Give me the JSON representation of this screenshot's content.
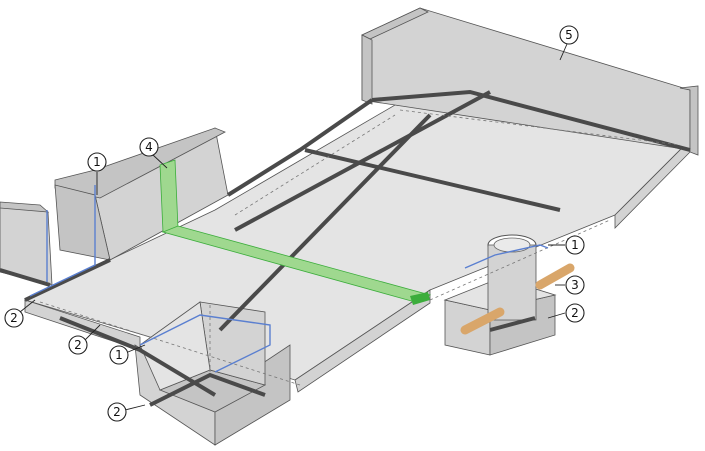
{
  "colors": {
    "concrete_top": "#e4e4e4",
    "concrete_side": "#d3d3d3",
    "concrete_dark": "#c4c4c4",
    "joint_band": "#4a4a4a",
    "edge": "#555555",
    "waterstop_green": "#9fd88f",
    "waterstop_green_dark": "#3cad3c",
    "injection_hose_blue": "#5a7fd0",
    "pipe_orange": "#d9a66a"
  },
  "callouts": [
    {
      "label": "1"
    },
    {
      "label": "4"
    },
    {
      "label": "5"
    },
    {
      "label": "1"
    },
    {
      "label": "2"
    },
    {
      "label": "2"
    },
    {
      "label": "1"
    },
    {
      "label": "2"
    },
    {
      "label": "3"
    },
    {
      "label": "2"
    }
  ]
}
